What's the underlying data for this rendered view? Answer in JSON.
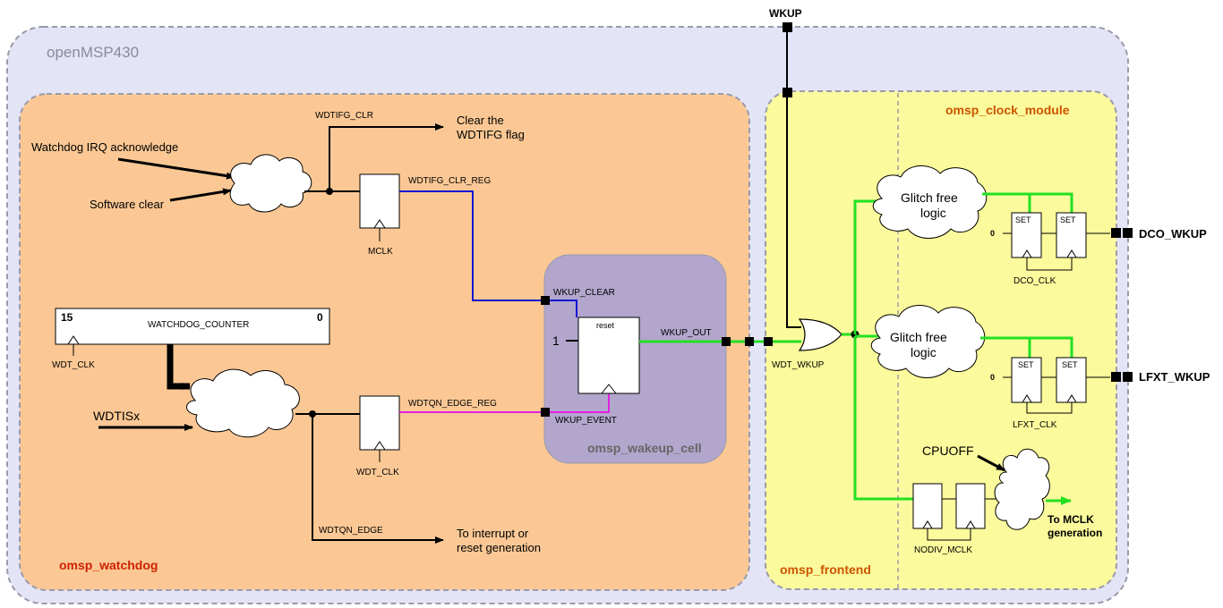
{
  "title": "openMSP430",
  "regions": {
    "watchdog": "omsp_watchdog",
    "wakeup_cell": "omsp_wakeup_cell",
    "frontend": "omsp_frontend",
    "clock_module": "omsp_clock_module"
  },
  "inputs": {
    "irq_ack": "Watchdog IRQ acknowledge",
    "sw_clear": "Software clear",
    "wdtisx": "WDTISx",
    "cpuoff": "CPUOFF",
    "wkup": "WKUP"
  },
  "signals": {
    "wdtifg_clr": "WDTIFG_CLR",
    "wdtifg_clr_reg": "WDTIFG_CLR_REG",
    "mclk": "MCLK",
    "wkup_clear": "WKUP_CLEAR",
    "wkup_event": "WKUP_EVENT",
    "wkup_out": "WKUP_OUT",
    "wdt_wkup": "WDT_WKUP",
    "wdtqn_edge_reg": "WDTQN_EDGE_REG",
    "wdtqn_edge": "WDTQN_EDGE",
    "wdt_clk_counter": "WDT_CLK",
    "wdt_clk_ff": "WDT_CLK",
    "dco_clk": "DCO_CLK",
    "lfxt_clk": "LFXT_CLK",
    "nodiv_mclk": "NODIV_MCLK",
    "reset": "reset",
    "one": "1",
    "zero_a": "0",
    "zero_b": "0",
    "set": "SET"
  },
  "counter": {
    "name": "WATCHDOG_COUNTER",
    "msb": "15",
    "lsb": "0"
  },
  "outputs": {
    "clear_flag_1": "Clear the",
    "clear_flag_2": "WDTIFG flag",
    "interrupt_1": "To interrupt or",
    "interrupt_2": "reset generation",
    "dco_wkup": "DCO_WKUP",
    "lfxt_wkup": "LFXT_WKUP",
    "mclk_gen_1": "To MCLK",
    "mclk_gen_2": "generation"
  },
  "logic": {
    "glitch_1a": "Glitch free",
    "glitch_1b": "logic",
    "glitch_2a": "Glitch free",
    "glitch_2b": "logic"
  },
  "colors": {
    "outer_fill": "#e4e4f7",
    "watchdog_fill": "#fbc895",
    "wakeup_fill": "#b2a6cc",
    "frontend_fill": "#fbfa9c",
    "green_wire": "#22e022",
    "blue_wire": "#1414d0",
    "magenta_wire": "#e020e0",
    "region_title": "#cc5500",
    "watchdog_title": "#cc2200"
  }
}
